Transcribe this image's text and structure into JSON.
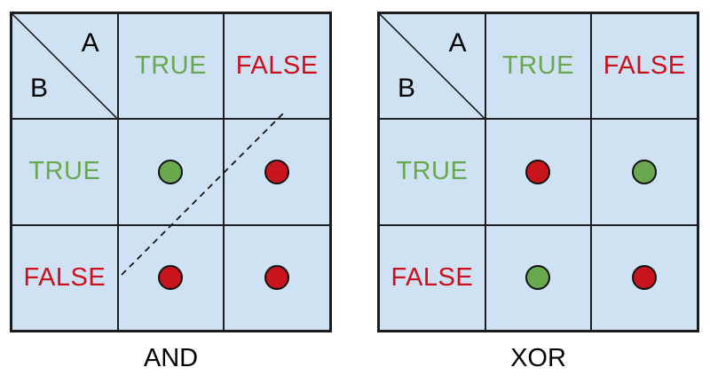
{
  "figure": {
    "background": "#ffffff",
    "description_left_label": "AND",
    "description_right_label": "XOR"
  },
  "colors": {
    "cell_bg": "#cfe2f3",
    "grid_line": "#1d1d1d",
    "green": "#6aa84f",
    "red": "#c8151d",
    "text_green": "#6aa84f",
    "text_red": "#cc0f1d",
    "black": "#000000"
  },
  "tables": [
    {
      "label": "AND",
      "corner": {
        "col_var": "A",
        "row_var": "B"
      },
      "col_headers": [
        {
          "label": "TRUE",
          "color": "text_green"
        },
        {
          "label": "FALSE",
          "color": "text_red"
        }
      ],
      "row_headers": [
        {
          "label": "TRUE",
          "color": "text_green"
        },
        {
          "label": "FALSE",
          "color": "text_red"
        }
      ],
      "cells": [
        [
          "green",
          "red"
        ],
        [
          "red",
          "red"
        ]
      ],
      "dashed_separator": true
    },
    {
      "label": "XOR",
      "corner": {
        "col_var": "A",
        "row_var": "B"
      },
      "col_headers": [
        {
          "label": "TRUE",
          "color": "text_green"
        },
        {
          "label": "FALSE",
          "color": "text_red"
        }
      ],
      "row_headers": [
        {
          "label": "TRUE",
          "color": "text_green"
        },
        {
          "label": "FALSE",
          "color": "text_red"
        }
      ],
      "cells": [
        [
          "red",
          "green"
        ],
        [
          "green",
          "red"
        ]
      ],
      "dashed_separator": false
    }
  ]
}
